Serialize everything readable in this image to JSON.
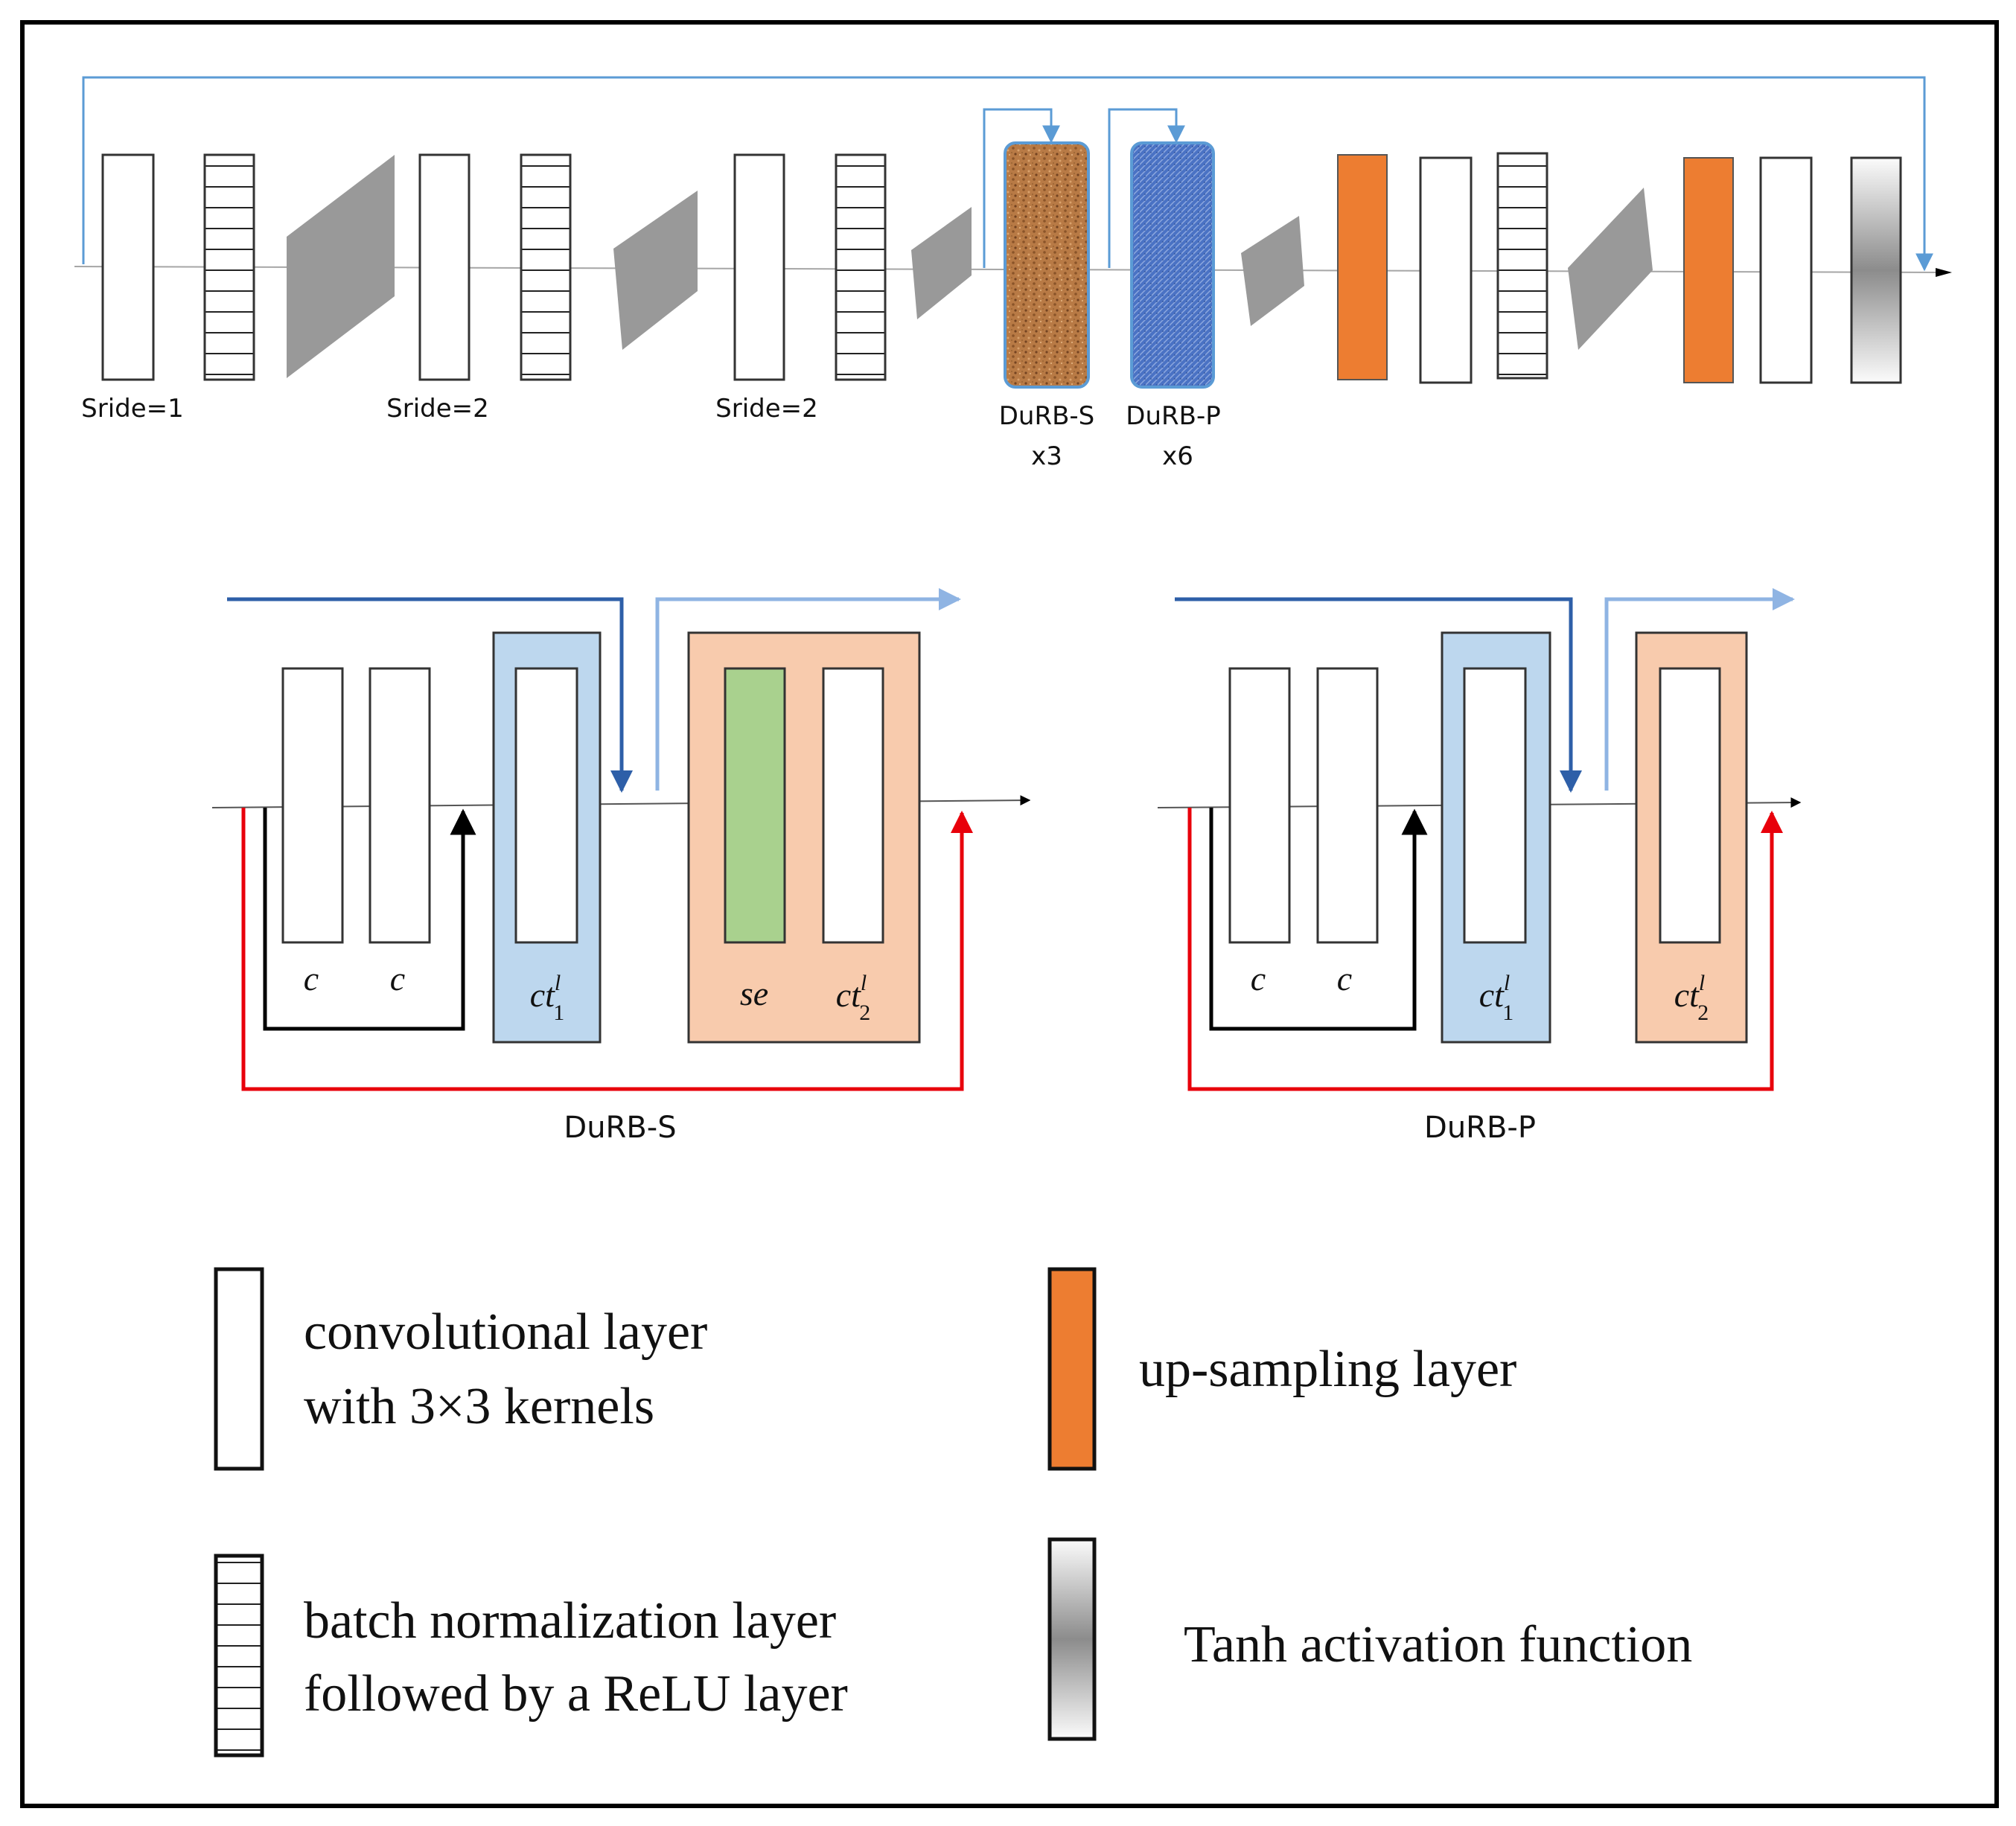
{
  "network": {
    "stride_labels": [
      "Sride=1",
      "Sride=2",
      "Sride=2"
    ],
    "durb_s": {
      "name": "DuRB-S",
      "count": "x3"
    },
    "durb_p": {
      "name": "DuRB-P",
      "count": "x6"
    }
  },
  "durb_s_block": {
    "caption": "DuRB-S",
    "conv1": "c",
    "conv2": "c",
    "ct1": {
      "base": "ct",
      "sup": "l",
      "sub": "1"
    },
    "se": "se",
    "ct2": {
      "base": "ct",
      "sup": "l",
      "sub": "2"
    }
  },
  "durb_p_block": {
    "caption": "DuRB-P",
    "conv1": "c",
    "conv2": "c",
    "ct1": {
      "base": "ct",
      "sup": "l",
      "sub": "1"
    },
    "ct2": {
      "base": "ct",
      "sup": "l",
      "sub": "2"
    }
  },
  "legend": {
    "conv_line1": "convolutional layer",
    "conv_line2": "with 3×3 kernels",
    "bn_line1": "batch normalization layer",
    "bn_line2": "followed by a ReLU layer",
    "upsample": "up-sampling layer",
    "tanh": "Tanh activation function"
  },
  "colors": {
    "upsample": "#ED7D31",
    "se_block": "#A9D18E",
    "ct1_panel": "#BDD7EE",
    "ct2_panel": "#F8CBAD",
    "shortcut_red": "#E8000B",
    "stream_dark_blue": "#2E5FA8",
    "stream_light_blue": "#8FB4E3",
    "network_skip": "#5B9BD5",
    "durb_s_texture": "#B87A45",
    "durb_p_texture": "#4A72C4",
    "wedge_gray": "#999999"
  }
}
